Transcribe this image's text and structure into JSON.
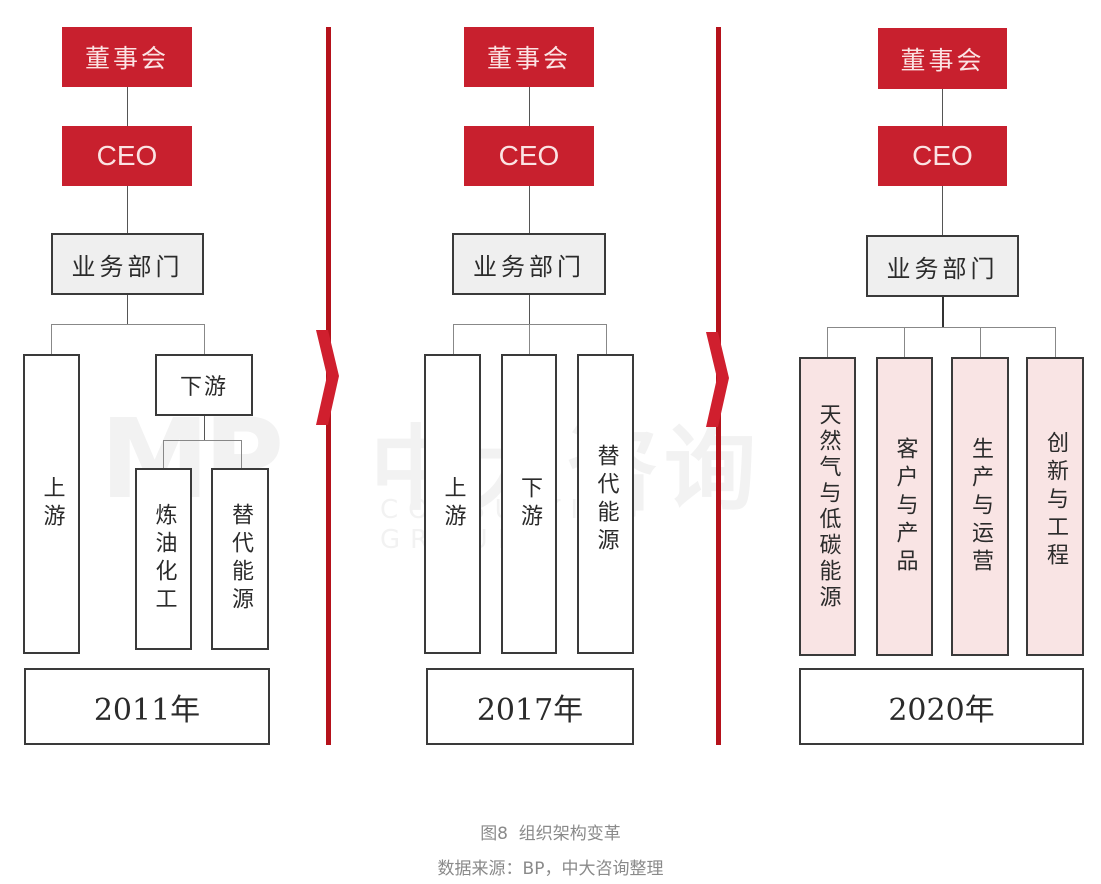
{
  "figure": {
    "caption": "图8  组织架构变革",
    "source": "数据来源：BP，中大咨询整理",
    "colors": {
      "accent_red": "#c8202e",
      "divider_red": "#b5121b",
      "dept_fill": "#efefef",
      "pink_fill": "#f9e4e4",
      "border": "#3a3a3a"
    }
  },
  "watermark": {
    "logo": "MP",
    "cn": "中大咨询",
    "en": "CONSULTING GROUP"
  },
  "panels": [
    {
      "year": "2011年",
      "board": "董事会",
      "ceo": "CEO",
      "dept": "业务部门",
      "units": [
        {
          "label": "上游"
        },
        {
          "label": "下游",
          "children": [
            {
              "label": "炼油化工"
            },
            {
              "label": "替代能源"
            }
          ]
        }
      ]
    },
    {
      "year": "2017年",
      "board": "董事会",
      "ceo": "CEO",
      "dept": "业务部门",
      "units": [
        {
          "label": "上游"
        },
        {
          "label": "下游"
        },
        {
          "label": "替代能源"
        }
      ]
    },
    {
      "year": "2020年",
      "board": "董事会",
      "ceo": "CEO",
      "dept": "业务部门",
      "units": [
        {
          "label": "天然气与低碳能源"
        },
        {
          "label": "客户与产品"
        },
        {
          "label": "生产与运营"
        },
        {
          "label": "创新与工程"
        }
      ]
    }
  ]
}
